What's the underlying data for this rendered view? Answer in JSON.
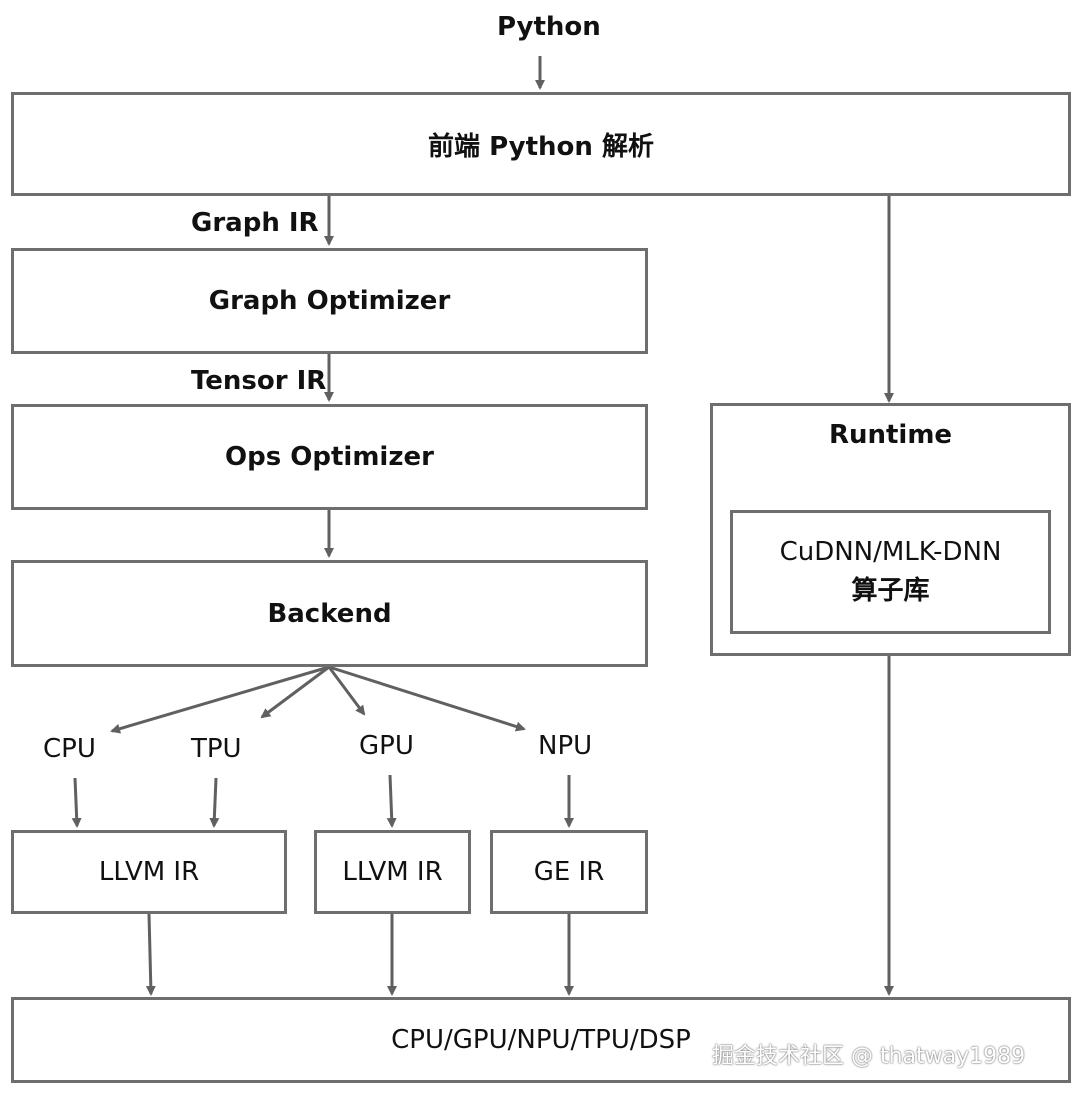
{
  "input_label": "Python",
  "frontend": {
    "label": "前端 Python 解析"
  },
  "graph_ir_label": "Graph IR",
  "graph_optimizer": {
    "label": "Graph Optimizer"
  },
  "tensor_ir_label": "Tensor IR",
  "ops_optimizer": {
    "label": "Ops Optimizer"
  },
  "backend": {
    "label": "Backend"
  },
  "devices": {
    "cpu": "CPU",
    "tpu": "TPU",
    "gpu": "GPU",
    "npu": "NPU"
  },
  "ir_boxes": {
    "llvm_cpu_tpu": "LLVM IR",
    "llvm_gpu": "LLVM IR",
    "ge": "GE IR"
  },
  "runtime": {
    "title": "Runtime",
    "library_line1": "CuDNN/MLK-DNN",
    "library_line2": "算子库"
  },
  "hardware": {
    "label": "CPU/GPU/NPU/TPU/DSP"
  },
  "watermark": "掘金技术社区 @ thatway1989",
  "colors": {
    "border": "#6e6e6e",
    "arrow": "#606060"
  }
}
